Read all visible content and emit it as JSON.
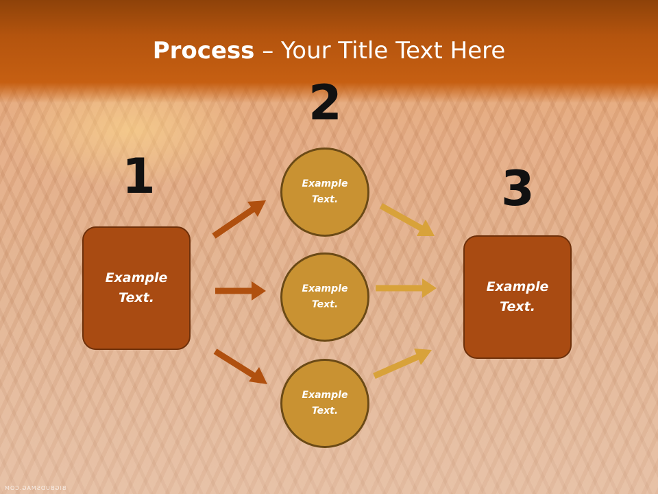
{
  "title": {
    "bold": "Process",
    "rest": " – Your Title Text Here"
  },
  "numbers": [
    "1",
    "2",
    "3"
  ],
  "left_box": {
    "text": "Example Text."
  },
  "circles": [
    {
      "text": "Example Text."
    },
    {
      "text": "Example Text."
    },
    {
      "text": "Example Text."
    }
  ],
  "right_box": {
    "text": "Example Text."
  },
  "watermark": "BIGBUDSMAG.COM",
  "colors": {
    "header": "#b4540e",
    "box_fill": "#a94b12",
    "circle_fill": "#c99232",
    "left_arrows": "#b0500f",
    "right_arrows": "#d8a23a"
  }
}
